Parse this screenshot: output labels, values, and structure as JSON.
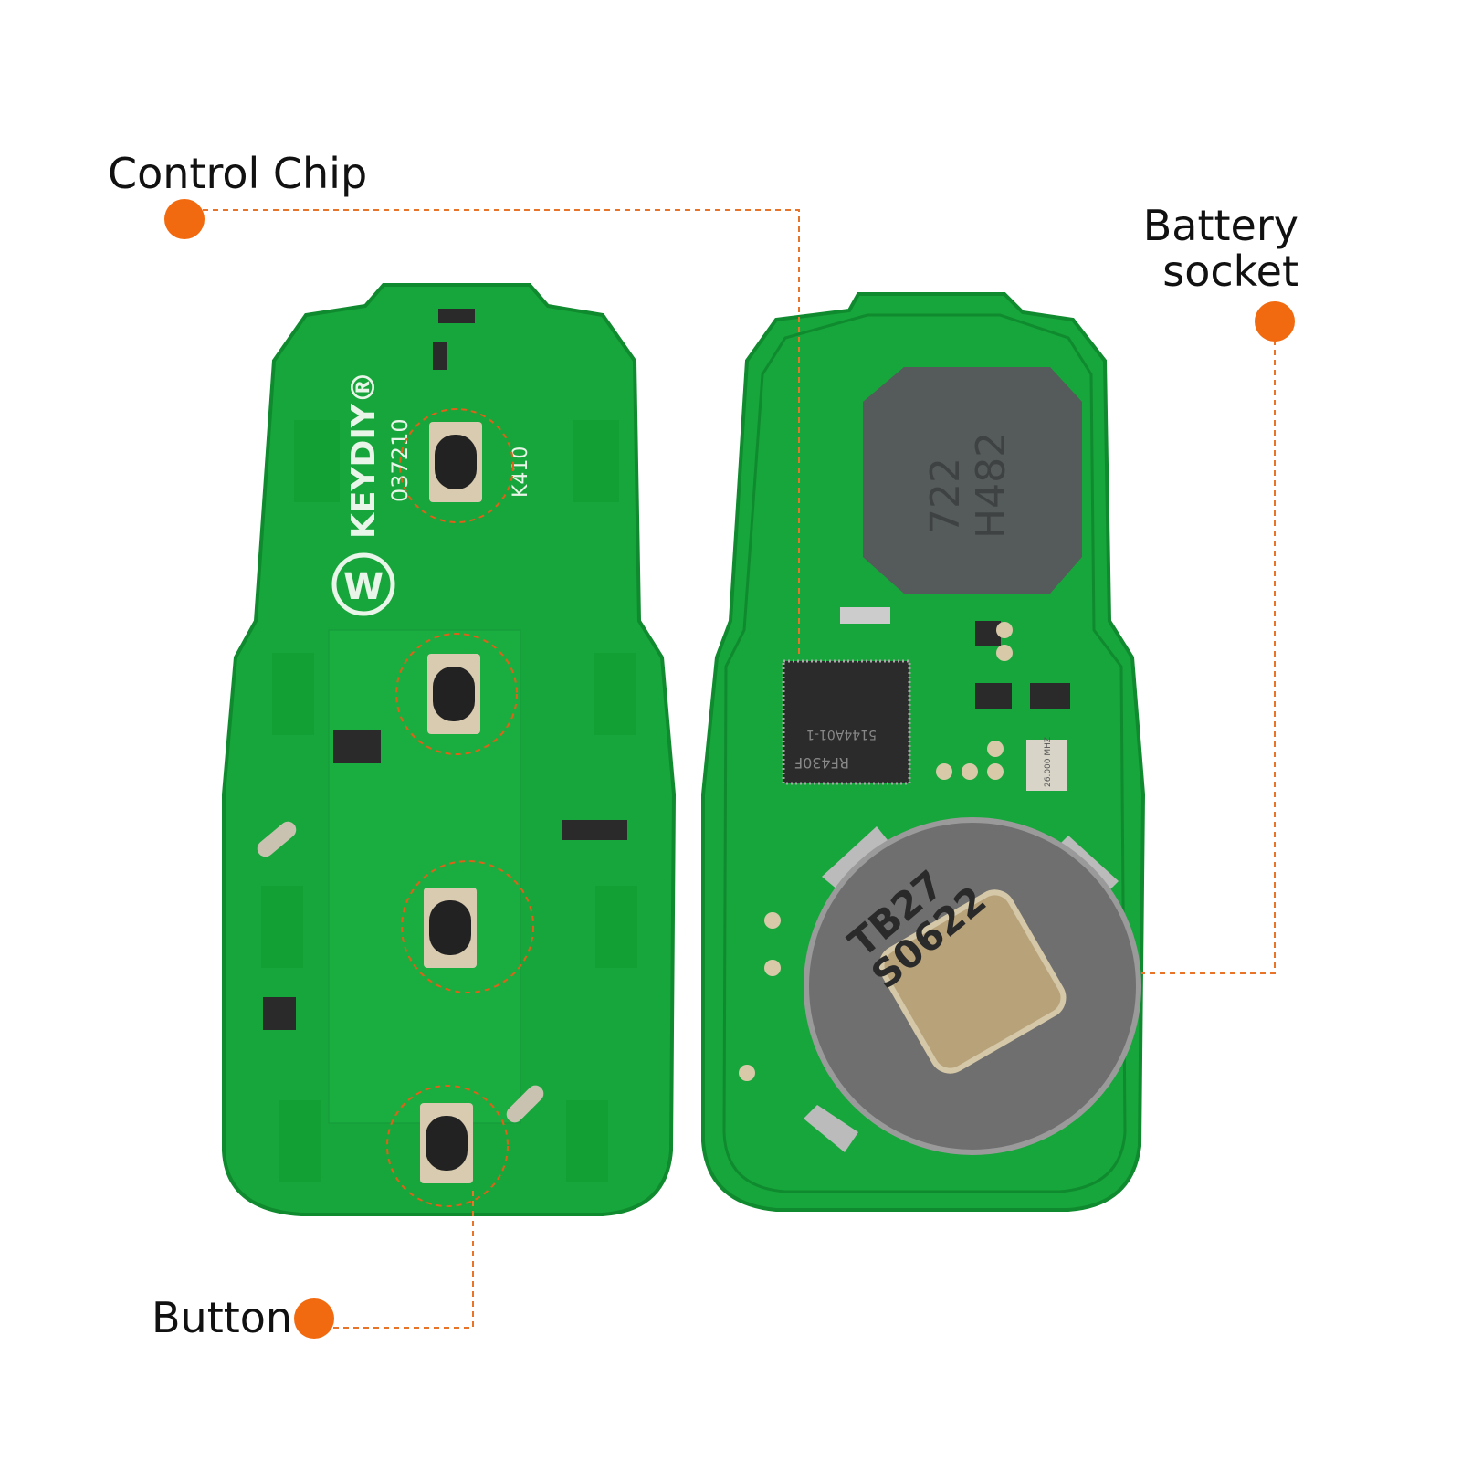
{
  "callouts": {
    "control_chip": "Control Chip",
    "battery_socket_line1": "Battery",
    "battery_socket_line2": "socket",
    "button": "Button"
  },
  "pcb_markings": {
    "brand": "KEYDIY®",
    "serial": "037210",
    "model": "K410",
    "logo_letter": "W",
    "chip_text": "RF430F",
    "chip_code": "5144A01-1",
    "crystal": "26.000 MHZ",
    "inductor_line1": "722",
    "inductor_line2": "H482",
    "battery_line1": "TB27",
    "battery_line2": "S0622"
  },
  "colors": {
    "accent": "#f26a10",
    "pcb": "#16a33a",
    "pcb_dark": "#0f8a2e",
    "text": "#111111"
  }
}
